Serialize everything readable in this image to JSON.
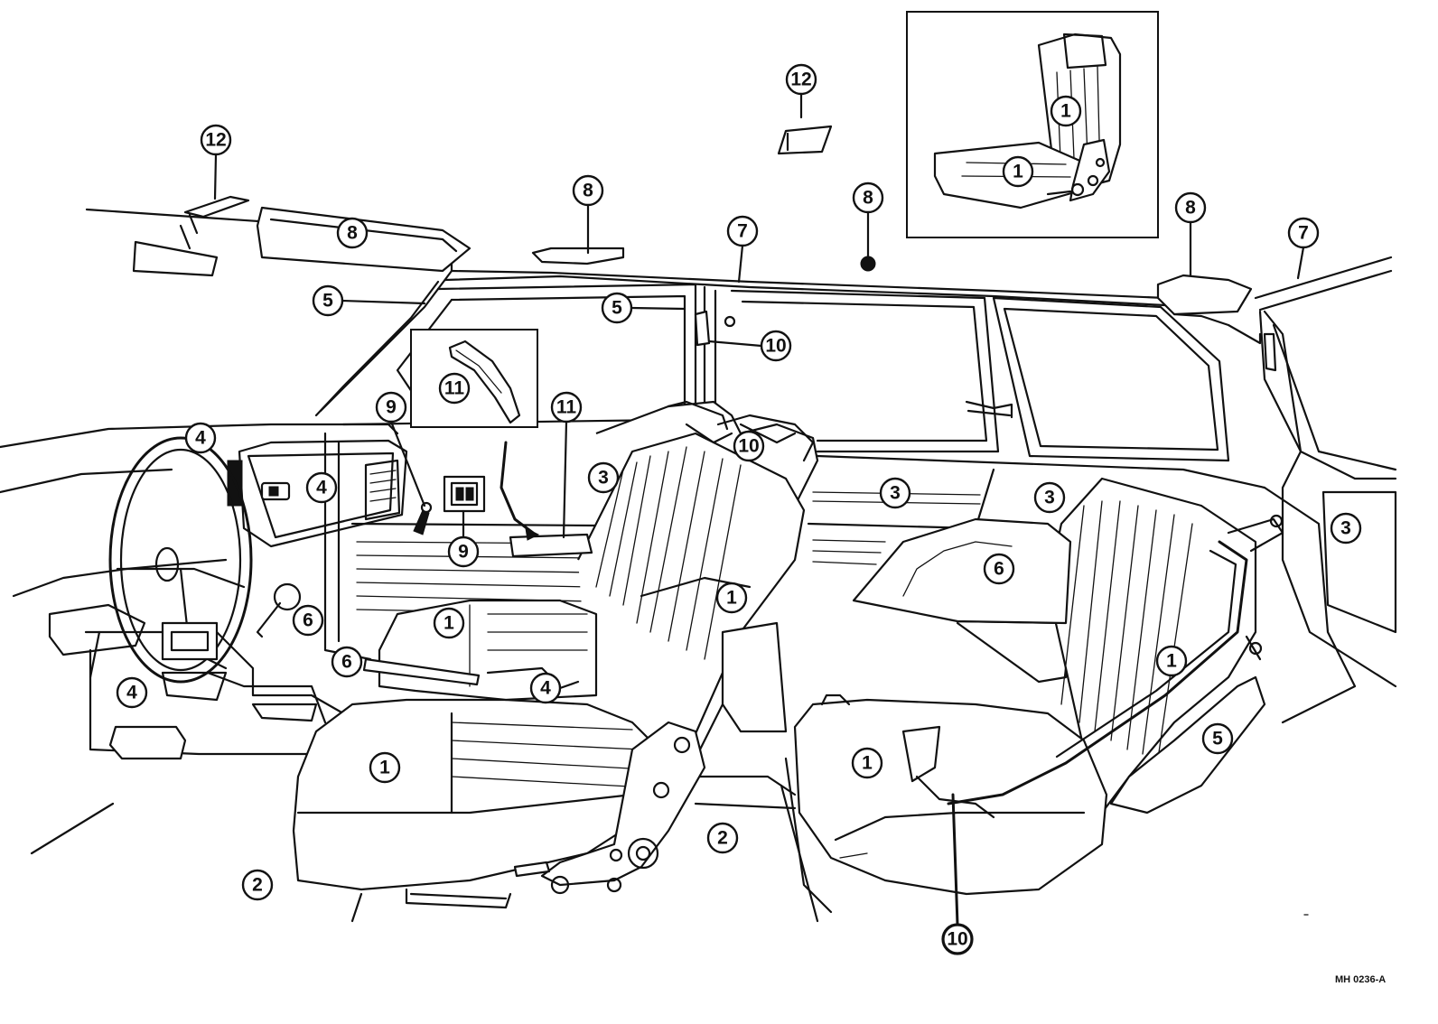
{
  "figure": {
    "reference_code": "MH 0236-A"
  },
  "callouts": {
    "c1": "1",
    "c2": "2",
    "c3": "3",
    "c4": "4",
    "c5": "5",
    "c6": "6",
    "c7": "7",
    "c8": "8",
    "c9": "9",
    "c10": "10",
    "c11": "11",
    "c12": "12"
  }
}
